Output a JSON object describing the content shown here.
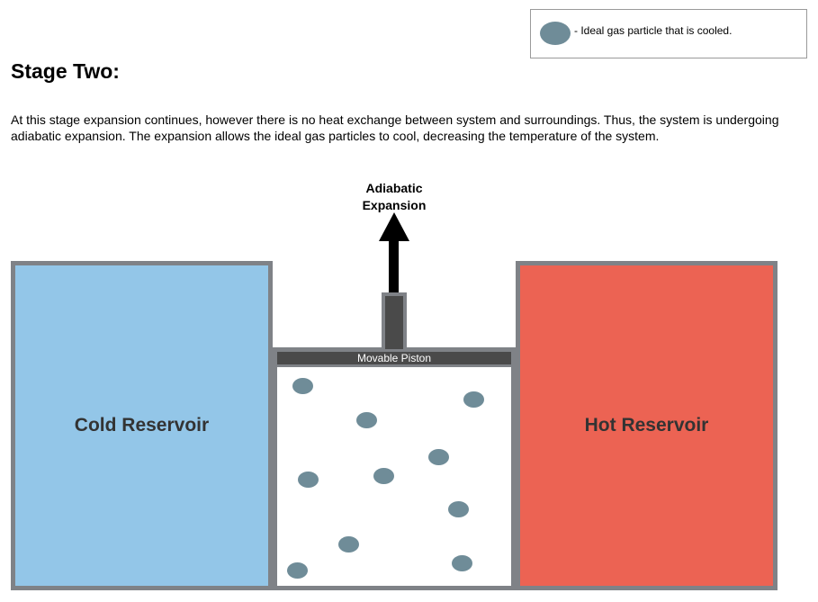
{
  "colors": {
    "particle": "#6f8c98",
    "cold_reservoir": "#93c6e8",
    "hot_reservoir": "#ec6353",
    "frame": "#7f8287",
    "piston": "#4a4a4a"
  },
  "legend": {
    "icon": "gas-particle-dot",
    "text": "- Ideal gas particle that is cooled."
  },
  "stage": {
    "title": "Stage Two:",
    "description": "At this stage expansion continues, however there is no heat exchange between system and surroundings. Thus, the system is undergoing adiabatic expansion. The expansion allows the ideal gas particles to cool, decreasing the temperature of the system."
  },
  "diagram": {
    "arrow_label_line1": "Adiabatic",
    "arrow_label_line2": "Expansion",
    "cold_reservoir_label": "Cold Reservoir",
    "hot_reservoir_label": "Hot Reservoir",
    "piston_label": "Movable Piston",
    "arrow_icon": "up-arrow-icon"
  }
}
